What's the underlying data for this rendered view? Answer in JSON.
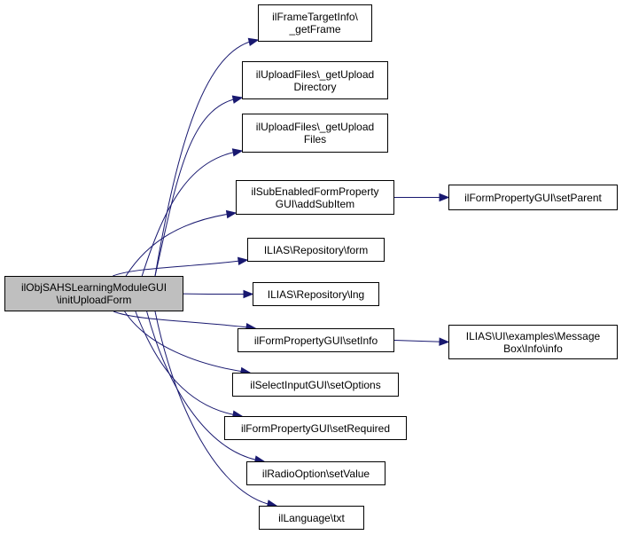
{
  "diagram": {
    "type": "call-graph",
    "edge_color": "#191970",
    "root_fill": "#bfbfbf",
    "node_fill": "#ffffff",
    "root": {
      "id": "root",
      "lines": [
        "ilObjSAHSLearningModuleGUI",
        "\\initUploadForm"
      ]
    },
    "nodes": [
      {
        "id": "n1",
        "lines": [
          "ilFrameTargetInfo\\",
          "_getFrame"
        ]
      },
      {
        "id": "n2",
        "lines": [
          "ilUploadFiles\\_getUpload",
          "Directory"
        ]
      },
      {
        "id": "n3",
        "lines": [
          "ilUploadFiles\\_getUpload",
          "Files"
        ]
      },
      {
        "id": "n4",
        "lines": [
          "ilSubEnabledFormProperty",
          "GUI\\addSubItem"
        ]
      },
      {
        "id": "n5",
        "lines": [
          "ILIAS\\Repository\\form"
        ]
      },
      {
        "id": "n6",
        "lines": [
          "ILIAS\\Repository\\lng"
        ]
      },
      {
        "id": "n7",
        "lines": [
          "ilFormPropertyGUI\\setInfo"
        ]
      },
      {
        "id": "n8",
        "lines": [
          "ilSelectInputGUI\\setOptions"
        ]
      },
      {
        "id": "n9",
        "lines": [
          "ilFormPropertyGUI\\setRequired"
        ]
      },
      {
        "id": "n10",
        "lines": [
          "ilRadioOption\\setValue"
        ]
      },
      {
        "id": "n11",
        "lines": [
          "ilLanguage\\txt"
        ]
      },
      {
        "id": "n12",
        "lines": [
          "ilFormPropertyGUI\\setParent"
        ]
      },
      {
        "id": "n13",
        "lines": [
          "ILIAS\\UI\\examples\\Message",
          "Box\\Info\\info"
        ]
      }
    ],
    "edges": [
      {
        "from": "root",
        "to": "n1"
      },
      {
        "from": "root",
        "to": "n2"
      },
      {
        "from": "root",
        "to": "n3"
      },
      {
        "from": "root",
        "to": "n4"
      },
      {
        "from": "root",
        "to": "n5"
      },
      {
        "from": "root",
        "to": "n6"
      },
      {
        "from": "root",
        "to": "n7"
      },
      {
        "from": "root",
        "to": "n8"
      },
      {
        "from": "root",
        "to": "n9"
      },
      {
        "from": "root",
        "to": "n10"
      },
      {
        "from": "root",
        "to": "n11"
      },
      {
        "from": "n4",
        "to": "n12"
      },
      {
        "from": "n7",
        "to": "n13"
      }
    ]
  }
}
